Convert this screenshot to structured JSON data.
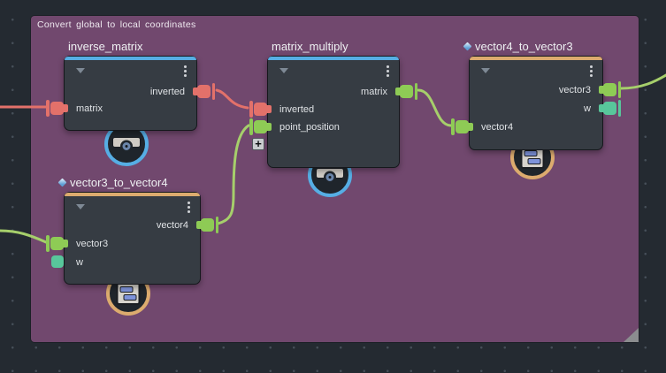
{
  "frame": {
    "label": "Convert  global  to  local  coordinates"
  },
  "nodes": [
    {
      "title": "inverse_matrix",
      "accent": "blue",
      "badge_icon": "matrix-transform-icon",
      "outputs": [
        {
          "label": "inverted",
          "type": "matrix"
        }
      ],
      "inputs": [
        {
          "label": "matrix",
          "type": "matrix"
        }
      ]
    },
    {
      "title": "matrix_multiply",
      "accent": "blue",
      "badge_icon": "matrix-transform-icon",
      "add_button": "+",
      "outputs": [
        {
          "label": "matrix",
          "type": "vector"
        }
      ],
      "inputs": [
        {
          "label": "inverted",
          "type": "matrix"
        },
        {
          "label": "point_position",
          "type": "vector"
        }
      ]
    },
    {
      "title": "vector4_to_vector3",
      "accent": "orange",
      "badge_icon": "compound-node-icon",
      "outputs": [
        {
          "label": "vector3",
          "type": "vector"
        },
        {
          "label": "w",
          "type": "float"
        }
      ],
      "inputs": [
        {
          "label": "vector4",
          "type": "vector"
        }
      ]
    },
    {
      "title": "vector3_to_vector4",
      "accent": "orange",
      "badge_icon": "compound-node-icon",
      "outputs": [
        {
          "label": "vector4",
          "type": "vector"
        }
      ],
      "inputs": [
        {
          "label": "vector3",
          "type": "vector"
        },
        {
          "label": "w",
          "type": "float"
        }
      ]
    }
  ],
  "icons": {
    "collapse": "triangle-down",
    "node_menu": "kebab-vertical-dots",
    "add_input": "+",
    "instance_diamond": "blue-gem-diamond",
    "resize_handle": "corner-triangle"
  },
  "colors": {
    "canvas_bg": "#242a31",
    "frame_fill": "#71486e",
    "node_bg": "#363c43",
    "accent_blue": "#56aee4",
    "accent_orange": "#dcab6e",
    "port_red": "#e3716a",
    "port_green": "#8ecb55",
    "port_teal": "#58c69b",
    "wire_red": "#e3716a",
    "wire_green": "#a6cf6b"
  }
}
